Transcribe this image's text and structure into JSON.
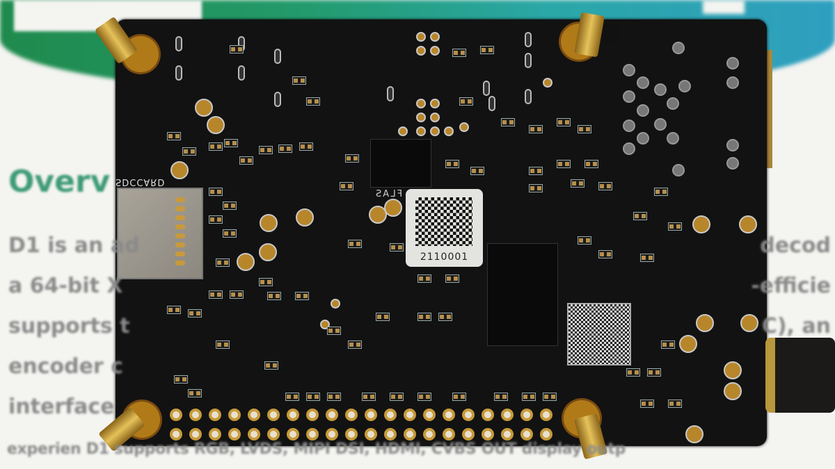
{
  "background": {
    "heading": "Overv",
    "text_lines_left": [
      "D1 is an ad",
      "a 64-bit X",
      "supports t",
      "encoder c",
      "interface"
    ],
    "text_lines_right": [
      "decod",
      "-efficie",
      "C), an"
    ],
    "bottom_line": "experien      D1 supports RGB, LVDS, MIPI DSI, HDMI, CVBS OUT display outp",
    "colors": {
      "banner_green": "#1f8a4c",
      "banner_teal": "#2f9fc0",
      "paper": "#f4f4f1"
    }
  },
  "board": {
    "silkscreen_sdcard": "SDCCARD",
    "silkscreen_flash": "FLAS",
    "qr_label_number": "2110001",
    "colors": {
      "pcb": "#121212",
      "gold": "#b8862a"
    }
  }
}
